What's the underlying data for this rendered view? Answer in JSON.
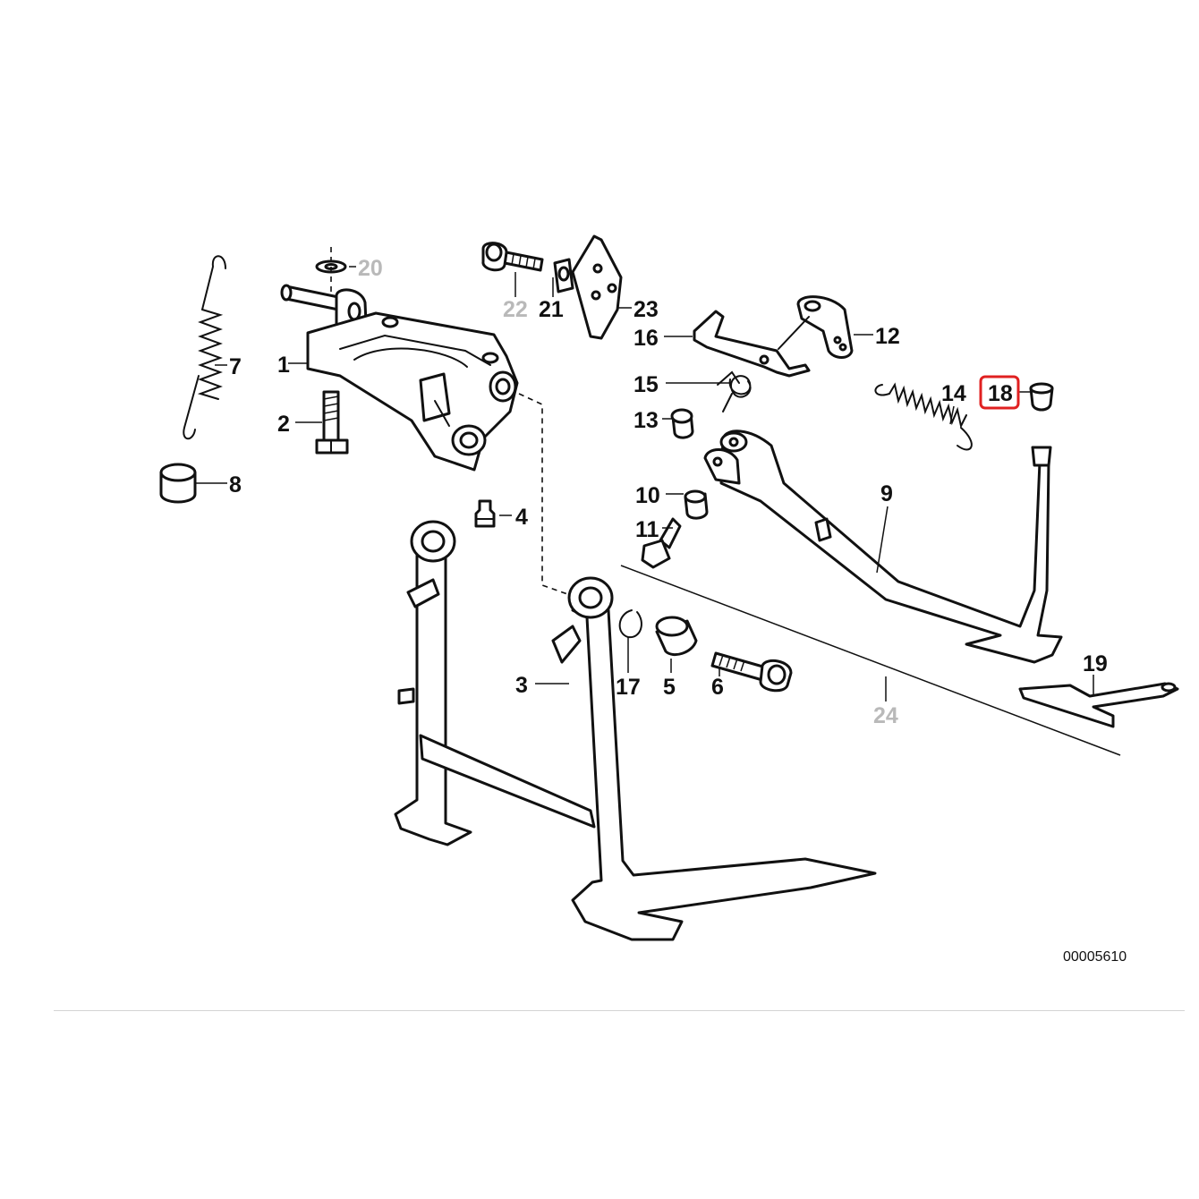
{
  "reference_number": "00005610",
  "highlighted_part": "18",
  "callouts": [
    {
      "id": "1",
      "label": "1",
      "muted": false
    },
    {
      "id": "2",
      "label": "2",
      "muted": false
    },
    {
      "id": "3",
      "label": "3",
      "muted": false
    },
    {
      "id": "4",
      "label": "4",
      "muted": false
    },
    {
      "id": "5",
      "label": "5",
      "muted": false
    },
    {
      "id": "6",
      "label": "6",
      "muted": false
    },
    {
      "id": "7",
      "label": "7",
      "muted": false
    },
    {
      "id": "8",
      "label": "8",
      "muted": false
    },
    {
      "id": "9",
      "label": "9",
      "muted": false
    },
    {
      "id": "10",
      "label": "10",
      "muted": false
    },
    {
      "id": "11",
      "label": "11",
      "muted": false
    },
    {
      "id": "12",
      "label": "12",
      "muted": false
    },
    {
      "id": "13",
      "label": "13",
      "muted": false
    },
    {
      "id": "14",
      "label": "14",
      "muted": false
    },
    {
      "id": "15",
      "label": "15",
      "muted": false
    },
    {
      "id": "16",
      "label": "16",
      "muted": false
    },
    {
      "id": "17",
      "label": "17",
      "muted": false
    },
    {
      "id": "18",
      "label": "18",
      "muted": false
    },
    {
      "id": "19",
      "label": "19",
      "muted": false
    },
    {
      "id": "20",
      "label": "20",
      "muted": true
    },
    {
      "id": "21",
      "label": "21",
      "muted": false
    },
    {
      "id": "22",
      "label": "22",
      "muted": true
    },
    {
      "id": "23",
      "label": "23",
      "muted": false
    },
    {
      "id": "24",
      "label": "24",
      "muted": true
    }
  ]
}
